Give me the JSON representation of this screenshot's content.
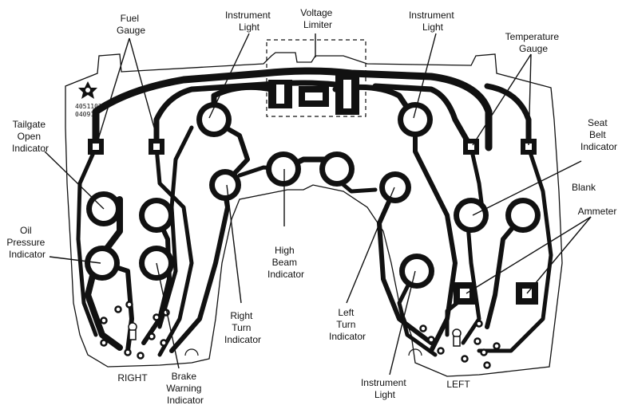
{
  "board_code": [
    "4051102",
    "04091"
  ],
  "labels": {
    "fuel_gauge": [
      "Fuel",
      "Gauge"
    ],
    "instrument_light_top_left": [
      "Instrument",
      "Light"
    ],
    "voltage_limiter": [
      "Voltage",
      "Limiter"
    ],
    "instrument_light_top_right": [
      "Instrument",
      "Light"
    ],
    "temperature_gauge": [
      "Temperature",
      "Gauge"
    ],
    "tailgate_open_indicator": [
      "Tailgate",
      "Open",
      "Indicator"
    ],
    "seat_belt_indicator": [
      "Seat",
      "Belt",
      "Indicator"
    ],
    "blank": [
      "Blank"
    ],
    "oil_pressure_indicator": [
      "Oil",
      "Pressure",
      "Indicator"
    ],
    "ammeter": [
      "Ammeter"
    ],
    "high_beam_indicator": [
      "High",
      "Beam",
      "Indicator"
    ],
    "right_turn_indicator": [
      "Right",
      "Turn",
      "Indicator"
    ],
    "left_turn_indicator": [
      "Left",
      "Turn",
      "Indicator"
    ],
    "brake_warning_indicator": [
      "Brake",
      "Warning",
      "Indicator"
    ],
    "instrument_light_bottom": [
      "Instrument",
      "Light"
    ],
    "right": [
      "RIGHT"
    ],
    "left": [
      "LEFT"
    ]
  },
  "colors": {
    "ink": "#111111",
    "paper": "#ffffff"
  }
}
